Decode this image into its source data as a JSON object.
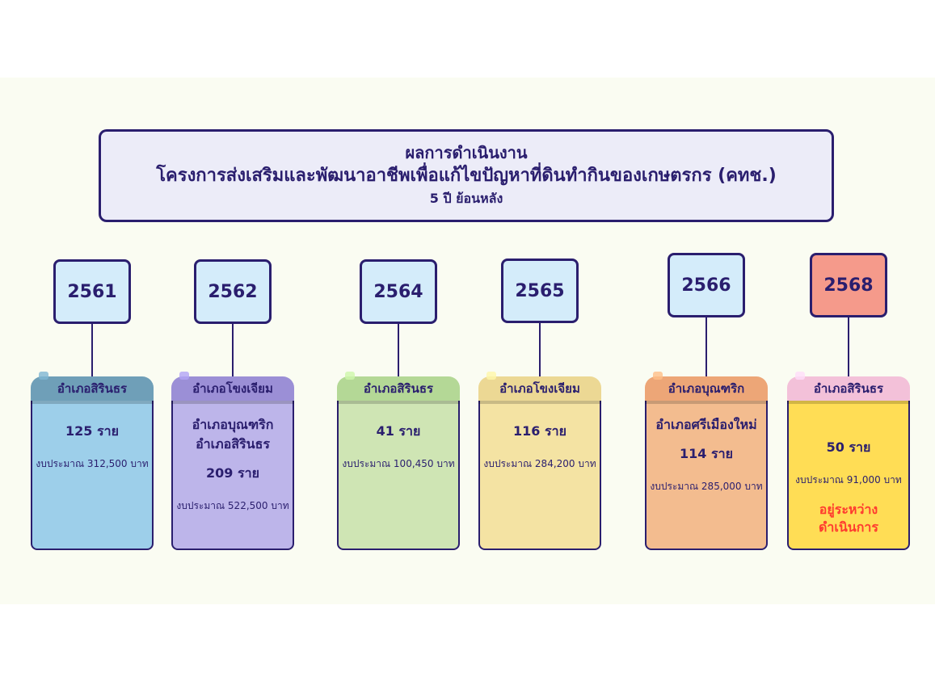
{
  "title": {
    "line1": "ผลการดำเนินงาน",
    "line2": "โครงการส่งเสริมและพัฒนาอาชีพเพื่อแก้ไขปัญหาที่ดินทำกินของเกษตรกร (คทช.)",
    "line3": "5 ปี ย้อนหลัง"
  },
  "years": [
    {
      "year": "2561",
      "district": "อำเภอสิรินธร",
      "extra_district": "",
      "count": "125 ราย",
      "budget": "งบประมาณ 312,500 บาท",
      "status": "",
      "card_color": "#9dcfea",
      "tab_color": "#6f9fb8",
      "year_color": "#d4ecfa"
    },
    {
      "year": "2562",
      "district": "อำเภอโขงเจียม",
      "extra_district": "อำเภอบุณฑริก\nอำเภอสิรินธร",
      "count": "209 ราย",
      "budget": "งบประมาณ 522,500 บาท",
      "status": "",
      "card_color": "#bdb5ea",
      "tab_color": "#9b8fd6",
      "year_color": "#d4ecfa"
    },
    {
      "year": "2564",
      "district": "อำเภอสิรินธร",
      "extra_district": "",
      "count": "41 ราย",
      "budget": "งบประมาณ 100,450 บาท",
      "status": "",
      "card_color": "#cfe5b4",
      "tab_color": "#b4d896",
      "year_color": "#d4ecfa"
    },
    {
      "year": "2565",
      "district": "อำเภอโขงเจียม",
      "extra_district": "",
      "count": "116 ราย",
      "budget": "งบประมาณ 284,200 บาท",
      "status": "",
      "card_color": "#f4e3a3",
      "tab_color": "#ecd894",
      "year_color": "#d4ecfa"
    },
    {
      "year": "2566",
      "district": "อำเภอบุณฑริก",
      "extra_district": "อำเภอศรีเมืองใหม่",
      "count": "114 ราย",
      "budget": "งบประมาณ 285,000 บาท",
      "status": "",
      "card_color": "#f3bc8f",
      "tab_color": "#eda677",
      "year_color": "#d4ecfa"
    },
    {
      "year": "2568",
      "district": "อำเภอสิรินธร",
      "extra_district": "",
      "count": "50 ราย",
      "budget": "งบประมาณ 91,000 บาท",
      "status": "อยู่ระหว่าง\nดำเนินการ",
      "card_color": "#ffdd55",
      "tab_color": "#f3c1d9",
      "year_color": "#f59a8b"
    }
  ]
}
